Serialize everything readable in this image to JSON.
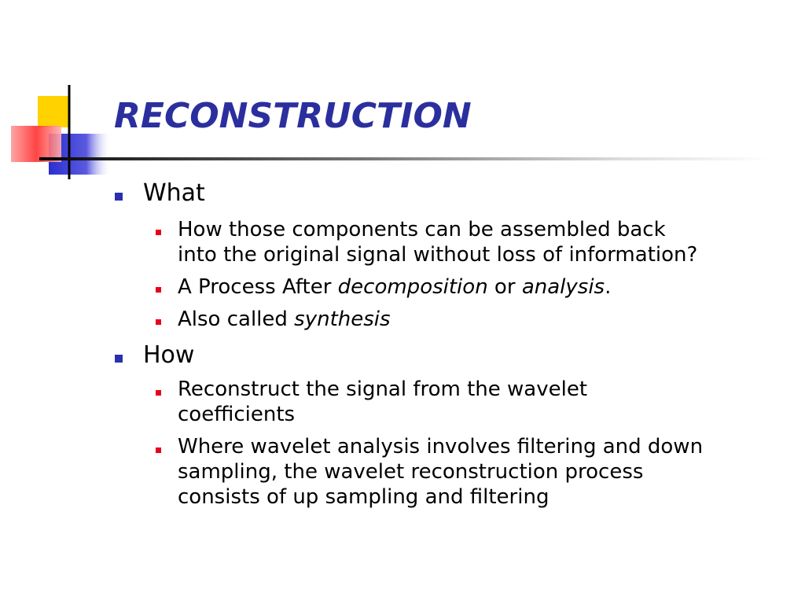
{
  "slide": {
    "title": "RECONSTRUCTION",
    "sections": [
      {
        "heading": "What",
        "items": [
          {
            "lines": [
              "How those components can be assembled back",
              "into the original signal without loss of information?"
            ]
          },
          {
            "segments": [
              {
                "text": "A Process After ",
                "italic": false
              },
              {
                "text": "decomposition",
                "italic": true
              },
              {
                "text": " or ",
                "italic": false
              },
              {
                "text": "analysis",
                "italic": true
              },
              {
                "text": ".",
                "italic": false
              }
            ]
          },
          {
            "segments": [
              {
                "text": "Also called ",
                "italic": false
              },
              {
                "text": "synthesis",
                "italic": true
              }
            ]
          }
        ]
      },
      {
        "heading": "How",
        "items": [
          {
            "lines": [
              "Reconstruct the signal from the wavelet",
              "coefficients"
            ]
          },
          {
            "lines": [
              "Where wavelet analysis involves filtering and down",
              "sampling, the wavelet reconstruction process",
              "consists of up sampling and filtering"
            ]
          }
        ]
      }
    ]
  },
  "colors": {
    "title": "#2b2f9e",
    "level1_bullet": "#2b2fae",
    "level2_bullet": "#e8001c",
    "deco_yellow": "#ffd200",
    "deco_red": "#ff3b3b",
    "deco_blue": "#3a3ad0"
  }
}
